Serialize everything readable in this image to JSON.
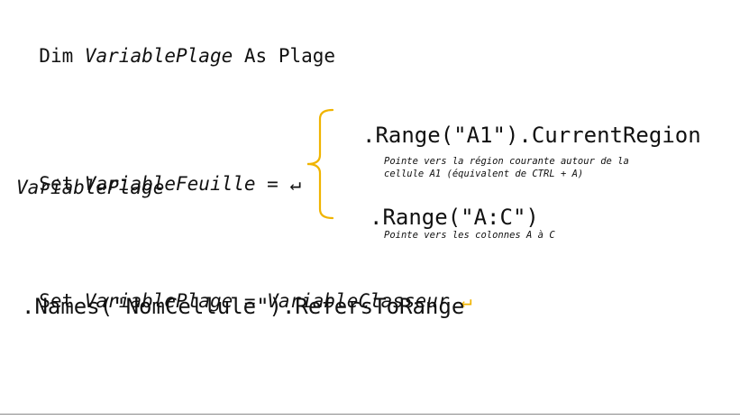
{
  "line1": {
    "kw1": "Dim ",
    "var": "VariablePlage",
    "kw2": " As Plage"
  },
  "set_block": {
    "kw": "Set ",
    "var": "VariableFeuille",
    "op": " = ",
    "arrow": "↵",
    "line2": "VariablePlage"
  },
  "option1": {
    "code": ".Range(\"A1\").CurrentRegion",
    "note_line1": "Pointe vers la région courante autour de la",
    "note_line2": "cellule A1 (équivalent de CTRL + A)"
  },
  "option2": {
    "code": ".Range(\"A:C\")",
    "note": "Pointe vers les colonnes A à C"
  },
  "line3": {
    "kw": "Set ",
    "var1": "VariablePlage",
    "op": " = ",
    "var2": "VariableClasseur",
    "arrow": "↵",
    "line2": ".Names(\"NomCellule\").RefersToRange"
  },
  "colors": {
    "text": "#111111",
    "accent": "#f0b400",
    "rule": "#8a8a8a"
  },
  "icons": {
    "brace": "curly-brace-icon",
    "return_arrow": "return-arrow-icon"
  }
}
